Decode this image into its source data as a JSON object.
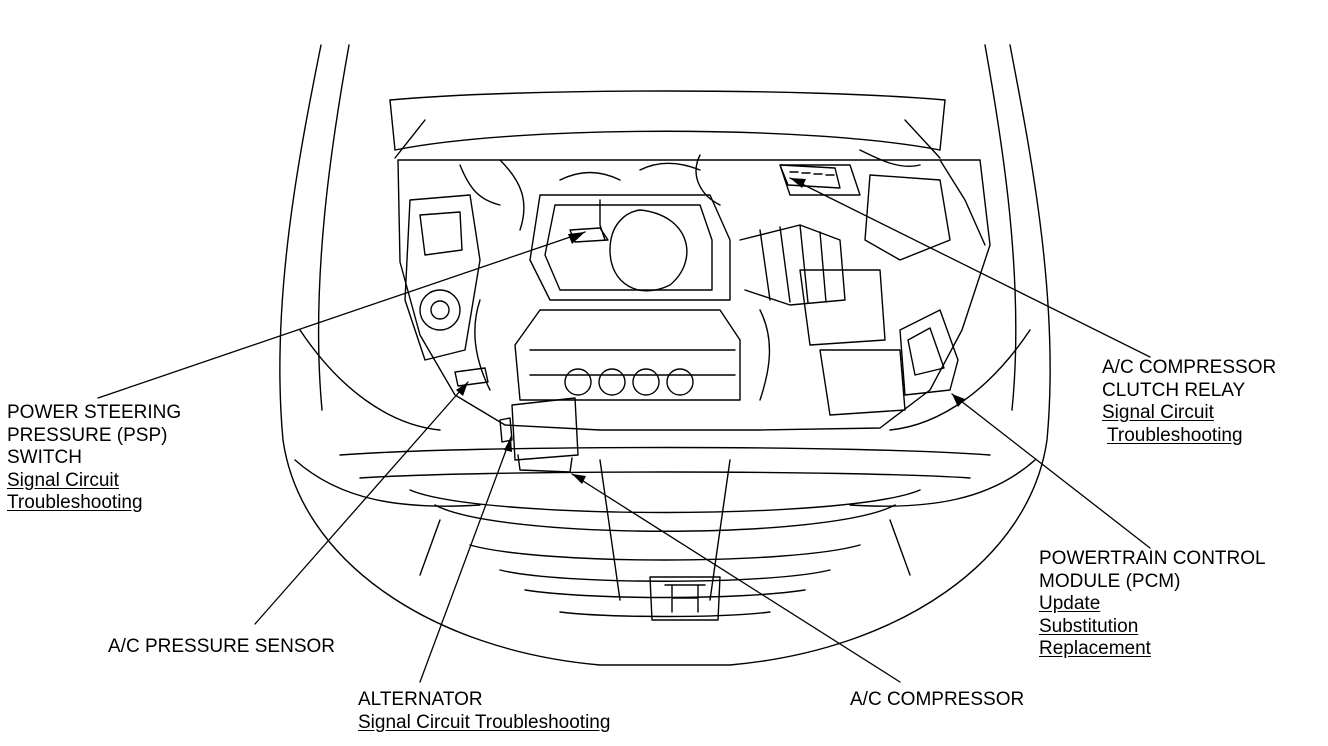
{
  "callouts": {
    "psp_switch": {
      "title_lines": [
        "POWER STEERING",
        "PRESSURE (PSP)",
        "SWITCH"
      ],
      "links": [
        "Signal Circuit",
        "Troubleshooting"
      ]
    },
    "ac_clutch_relay": {
      "title_lines": [
        "A/C COMPRESSOR",
        "CLUTCH RELAY"
      ],
      "links": [
        "Signal Circuit",
        "Troubleshooting"
      ]
    },
    "pcm": {
      "title_lines": [
        "POWERTRAIN CONTROL",
        "MODULE (PCM)"
      ],
      "links": [
        "Update",
        "Substitution",
        "Replacement"
      ]
    },
    "ac_pressure_sensor": {
      "title_lines": [
        "A/C PRESSURE SENSOR"
      ]
    },
    "alternator": {
      "title_lines": [
        "ALTERNATOR"
      ],
      "links": [
        "Signal Circuit Troubleshooting"
      ]
    },
    "ac_compressor": {
      "title_lines": [
        "A/C COMPRESSOR"
      ]
    }
  }
}
